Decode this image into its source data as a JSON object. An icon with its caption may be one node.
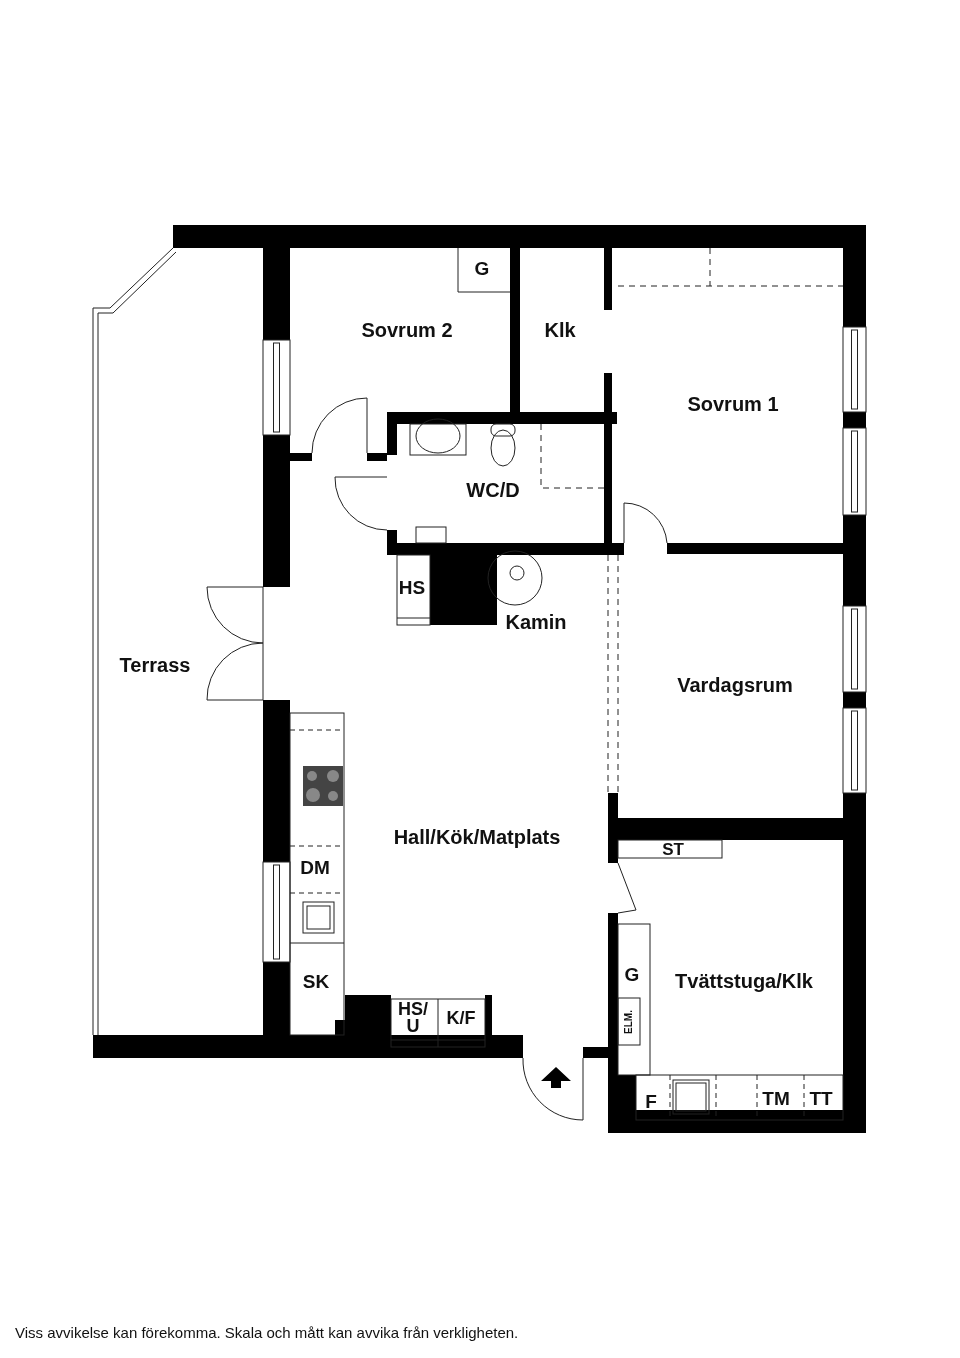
{
  "diagram": {
    "caption": "Viss avvikelse kan förekomma. Skala och mått kan avvika från verkligheten.",
    "labels": [
      "G",
      "Sovrum 2",
      "Klk",
      "Sovrum 1",
      "WC/D",
      "HS",
      "Kamin",
      "Terrass",
      "Vardagsrum",
      "Hall/Kök/Matplats",
      "ST",
      "DM",
      "G",
      "Tvättstuga/Klk",
      "SK",
      "HS/ U",
      "K/F",
      "ELM.",
      "F",
      "TM",
      "TT"
    ]
  }
}
